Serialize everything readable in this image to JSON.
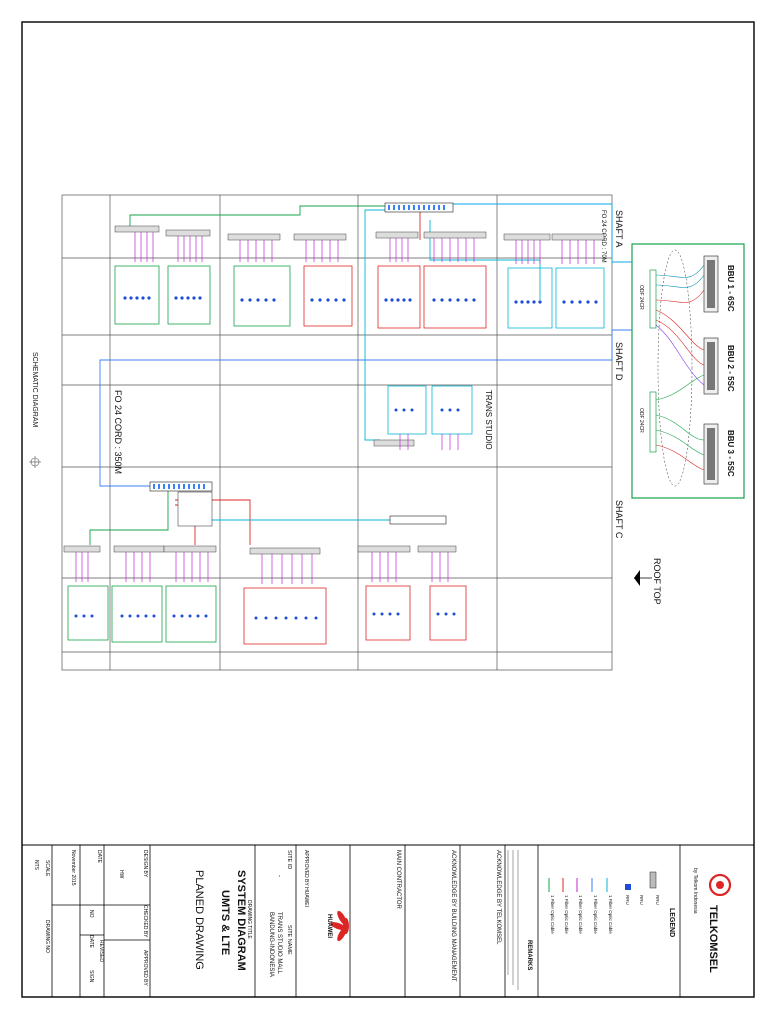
{
  "drawing": {
    "shafts": [
      "SHAFT A",
      "SHAFT D",
      "SHAFT C"
    ],
    "roof_label": "ROOF TOP",
    "bbus": [
      "BBU 1 - 6SC",
      "BBU 2 - 5SC",
      "BBU 3 - 5SC"
    ],
    "odf_labels": [
      "ODF 24CR",
      "ODF 24CR"
    ],
    "fo_cord_top": "FO 24 CORD : 70M",
    "fo_cord_main": "FO 24 CORD : 350M",
    "trans_studio_label": "TRANS STUDIO",
    "schematic_label": "SCHEMATIC DIAGRAM"
  },
  "title_block": {
    "logo_name": "TELKOMSEL",
    "logo_tagline": "by Telkom Indonesia",
    "legend_title": "LEGEND",
    "legend_items": [
      "RRU",
      "RRU",
      "RRU",
      "1 Fiber Optic Cable",
      "1 Fiber Optic Cable",
      "1 Fiber Optic Cable",
      "1 Fiber Optic Cable",
      "1 Fiber Optic Cable"
    ],
    "remarks_title": "REMARKS",
    "ack_telkomsel": "ACKNOWLEDGE BY TELKOMSEL",
    "ack_building": "ACKNOWLEDGE BY BUILDING MANAGEMENT",
    "main_contractor": "MAIN CONTRACTOR",
    "huawei_name": "HUAWEI",
    "approved_by": "APPROVED BY HUAWEI",
    "site_id_label": "SITE ID",
    "site_id_value": "-",
    "site_name_label": "SITE NAME",
    "site_name_value_1": "TRANS STUDIO MALL",
    "site_name_value_2": "BANDUNG-INDONESIA",
    "drawing_title_label": "DRAWING TITLE",
    "drawing_title_1": "SYSTEM DIAGRAM",
    "drawing_title_2": "UMTS & LTE",
    "drawing_subtitle": "PLANED DRAWING",
    "design_by": "DESIGN BY",
    "checked_by": "CHECKED BY",
    "approved_label": "APPROVED BY",
    "designer": "HW",
    "date_label": "DATE",
    "date_value": "November 2015",
    "scale_label": "SCALE",
    "scale_value": "NTS",
    "drawing_no_label": "DRAWING NO",
    "revised_label": "REVISED",
    "rev_cols": [
      "NO",
      "DATE",
      "SIGN"
    ]
  }
}
